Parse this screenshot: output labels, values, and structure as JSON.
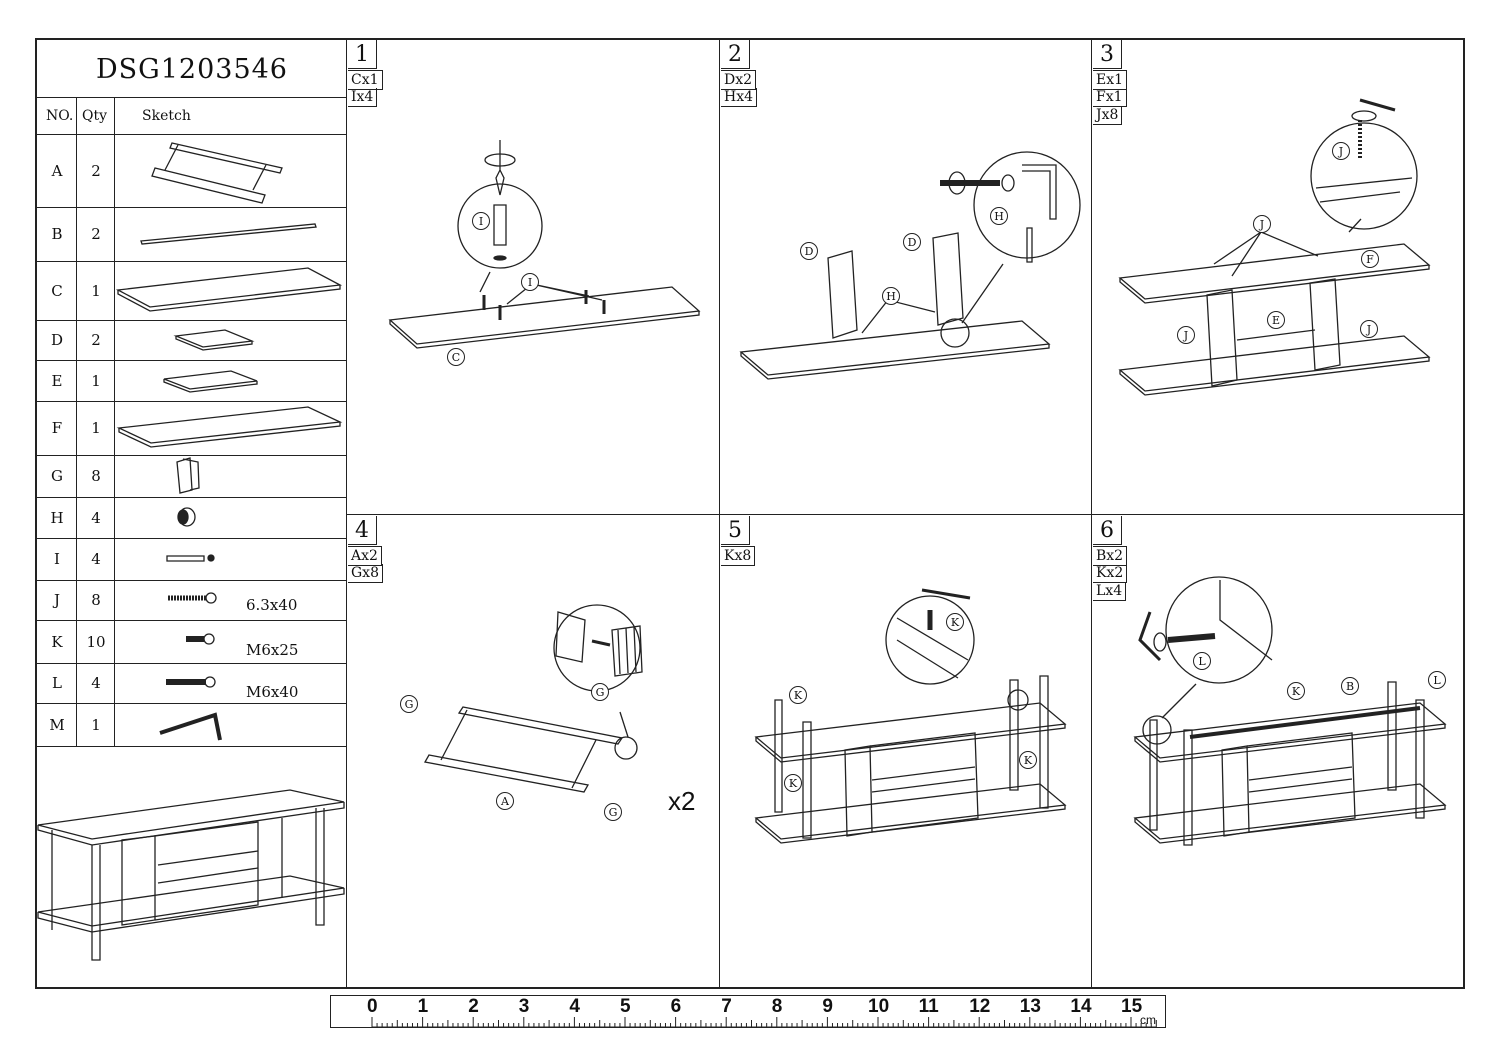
{
  "doc_code": "DSG1203546",
  "table": {
    "headers": {
      "no": "NO.",
      "qty": "Qty",
      "sketch": "Sketch"
    },
    "rows": [
      {
        "no": "A",
        "qty": "2",
        "size": ""
      },
      {
        "no": "B",
        "qty": "2",
        "size": ""
      },
      {
        "no": "C",
        "qty": "1",
        "size": ""
      },
      {
        "no": "D",
        "qty": "2",
        "size": ""
      },
      {
        "no": "E",
        "qty": "1",
        "size": ""
      },
      {
        "no": "F",
        "qty": "1",
        "size": ""
      },
      {
        "no": "G",
        "qty": "8",
        "size": ""
      },
      {
        "no": "H",
        "qty": "4",
        "size": ""
      },
      {
        "no": "I",
        "qty": "4",
        "size": ""
      },
      {
        "no": "J",
        "qty": "8",
        "size": "6.3x40"
      },
      {
        "no": "K",
        "qty": "10",
        "size": "M6x25"
      },
      {
        "no": "L",
        "qty": "4",
        "size": "M6x40"
      },
      {
        "no": "M",
        "qty": "1",
        "size": ""
      }
    ]
  },
  "steps": [
    {
      "number": "1",
      "parts": [
        "Cx1",
        "Ix4"
      ],
      "callouts": [
        "C",
        "I",
        "I"
      ]
    },
    {
      "number": "2",
      "parts": [
        "Dx2",
        "Hx4"
      ],
      "callouts": [
        "D",
        "D",
        "H",
        "H"
      ]
    },
    {
      "number": "3",
      "parts": [
        "Ex1",
        "Fx1",
        "Jx8"
      ],
      "callouts": [
        "J",
        "J",
        "J",
        "J",
        "E",
        "F"
      ]
    },
    {
      "number": "4",
      "parts": [
        "Ax2",
        "Gx8"
      ],
      "callouts": [
        "G",
        "G",
        "G",
        "A"
      ],
      "multiplier": "x2"
    },
    {
      "number": "5",
      "parts": [
        "Kx8"
      ],
      "callouts": [
        "K",
        "K",
        "K",
        "K"
      ]
    },
    {
      "number": "6",
      "parts": [
        "Bx2",
        "Kx2",
        "Lx4"
      ],
      "callouts": [
        "K",
        "B",
        "L",
        "L"
      ]
    }
  ],
  "ruler": {
    "labels": [
      "0",
      "1",
      "2",
      "3",
      "4",
      "5",
      "6",
      "7",
      "8",
      "9",
      "10",
      "11",
      "12",
      "13",
      "14",
      "15"
    ],
    "unit": "cm"
  }
}
